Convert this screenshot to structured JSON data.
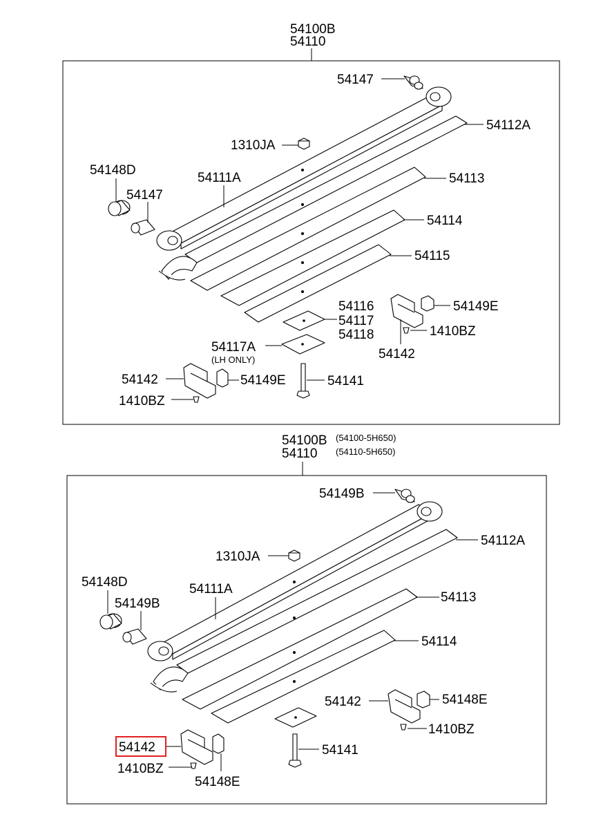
{
  "diagram_top": {
    "assembly_line1": "54100B",
    "assembly_line2": "54110",
    "labels": {
      "pin_upper": "54147",
      "leaf_a": "54112A",
      "nut": "1310JA",
      "bushing": "54148D",
      "pin_left": "54147",
      "main_leaf": "54111A",
      "leaf_b": "54113",
      "leaf_c": "54114",
      "leaf_d": "54115",
      "pad1": "54116",
      "pad2": "54117",
      "pad3": "54118",
      "clip_pin_right": "54149E",
      "bolt_right": "1410BZ",
      "clip_right": "54142",
      "pad_lh": "54117A",
      "lh_note": "(LH ONLY)",
      "clip_left": "54142",
      "clip_pin_left": "54149E",
      "center_bolt": "54141",
      "bolt_left": "1410BZ"
    }
  },
  "diagram_bottom": {
    "assembly_line1": "54100B",
    "assembly_line2": "54110",
    "ref1": "(54100-5H650)",
    "ref2": "(54110-5H650)",
    "labels": {
      "pin_upper": "54149B",
      "leaf_a": "54112A",
      "nut": "1310JA",
      "bushing": "54148D",
      "pin_left": "54149B",
      "main_leaf": "54111A",
      "leaf_b": "54113",
      "leaf_c": "54114",
      "clip_right": "54142",
      "clip_pin_right": "54148E",
      "bolt_right": "1410BZ",
      "clip_left_highlighted": "54142",
      "center_bolt": "54141",
      "bolt_left": "1410BZ",
      "clip_pin_left": "54148E"
    }
  },
  "colors": {
    "highlight": "#e02020",
    "line": "#000000"
  }
}
